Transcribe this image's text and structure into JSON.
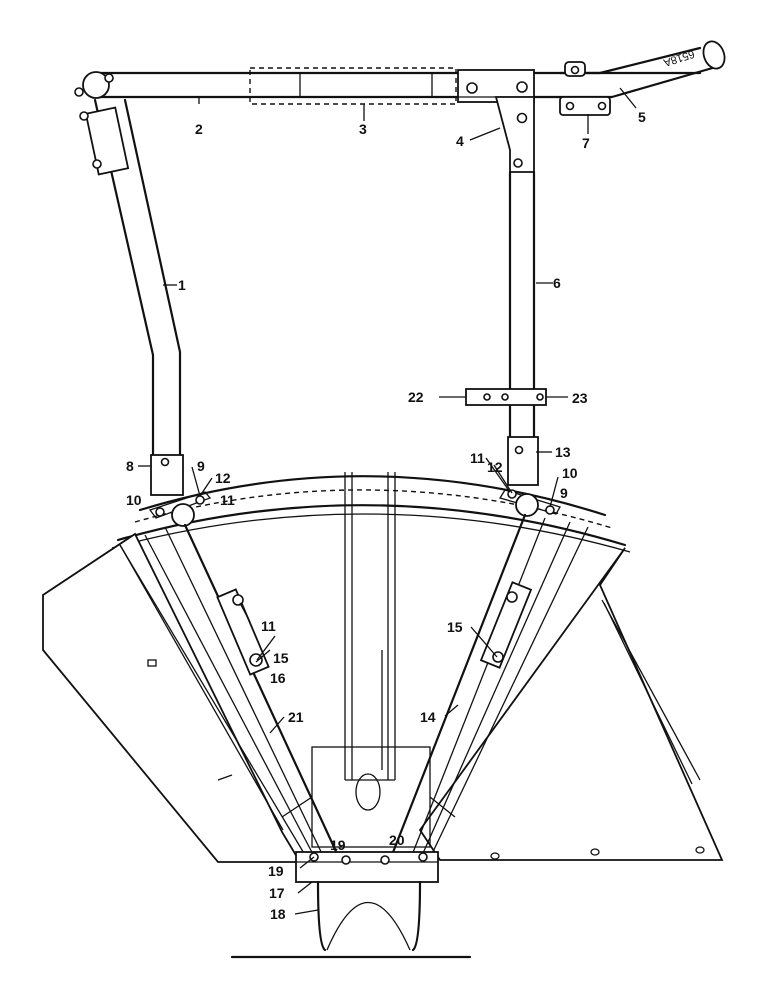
{
  "reference_code": "6518A",
  "callouts": [
    {
      "id": "c1",
      "text": "1"
    },
    {
      "id": "c2",
      "text": "2"
    },
    {
      "id": "c3",
      "text": "3"
    },
    {
      "id": "c4",
      "text": "4"
    },
    {
      "id": "c5",
      "text": "5"
    },
    {
      "id": "c6",
      "text": "6"
    },
    {
      "id": "c7",
      "text": "7"
    },
    {
      "id": "c8",
      "text": "8"
    },
    {
      "id": "c9a",
      "text": "9"
    },
    {
      "id": "c9b",
      "text": "9"
    },
    {
      "id": "c10a",
      "text": "10"
    },
    {
      "id": "c10b",
      "text": "10"
    },
    {
      "id": "c11a",
      "text": "11"
    },
    {
      "id": "c11b",
      "text": "11"
    },
    {
      "id": "c11c",
      "text": "11"
    },
    {
      "id": "c12a",
      "text": "12"
    },
    {
      "id": "c12b",
      "text": "12"
    },
    {
      "id": "c13",
      "text": "13"
    },
    {
      "id": "c14",
      "text": "14"
    },
    {
      "id": "c15a",
      "text": "15"
    },
    {
      "id": "c15b",
      "text": "15"
    },
    {
      "id": "c16",
      "text": "16"
    },
    {
      "id": "c17",
      "text": "17"
    },
    {
      "id": "c18",
      "text": "18"
    },
    {
      "id": "c19a",
      "text": "19"
    },
    {
      "id": "c19b",
      "text": "19"
    },
    {
      "id": "c20",
      "text": "20"
    },
    {
      "id": "c21",
      "text": "21"
    },
    {
      "id": "c22",
      "text": "22"
    },
    {
      "id": "c23",
      "text": "23"
    }
  ]
}
